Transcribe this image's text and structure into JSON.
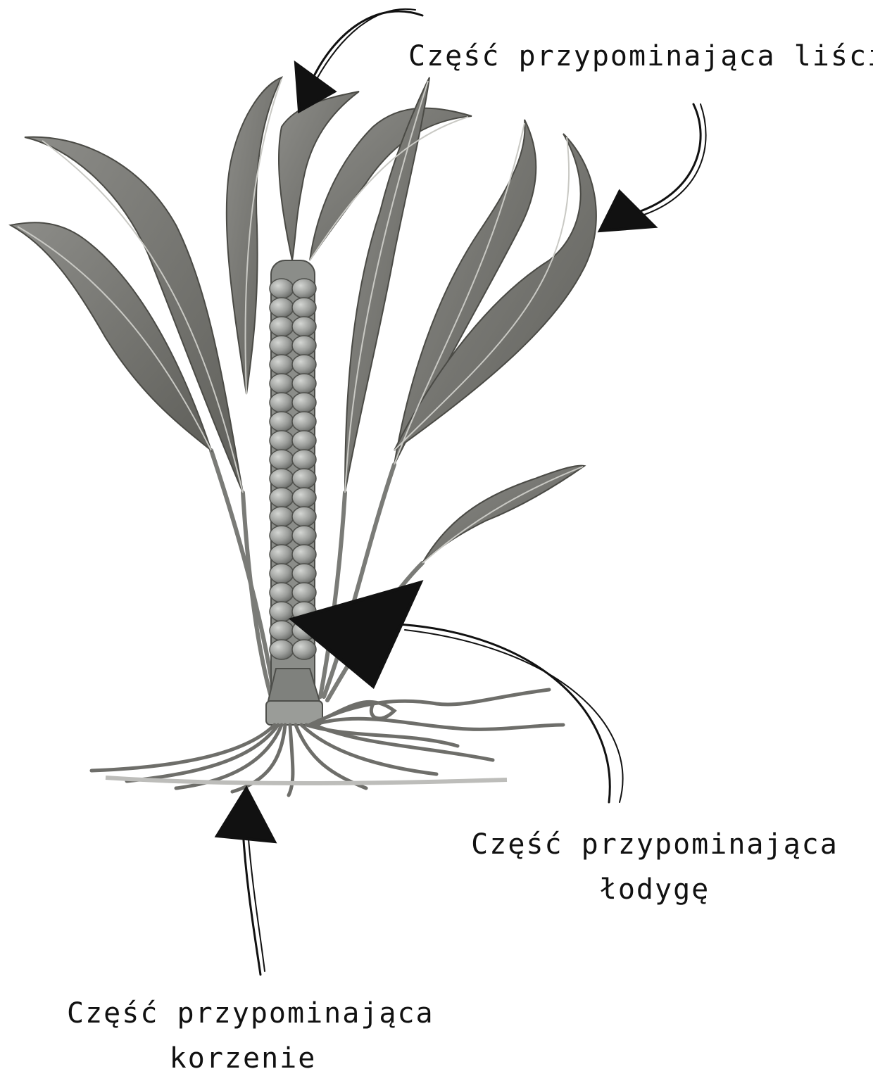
{
  "labels": {
    "leaves": "Część przypominająca liście",
    "stem_line1": "Część przypominająca",
    "stem_line2": "łodygę",
    "roots_line1": "Część przypominająca",
    "roots_line2": "korzenie"
  },
  "colors": {
    "leaf": "#7b7b78",
    "leaf_dark": "#55554f",
    "bead": "#a3a5a2",
    "stem": "#8a8c88",
    "root": "#6e6e6a",
    "ink": "#111111"
  }
}
